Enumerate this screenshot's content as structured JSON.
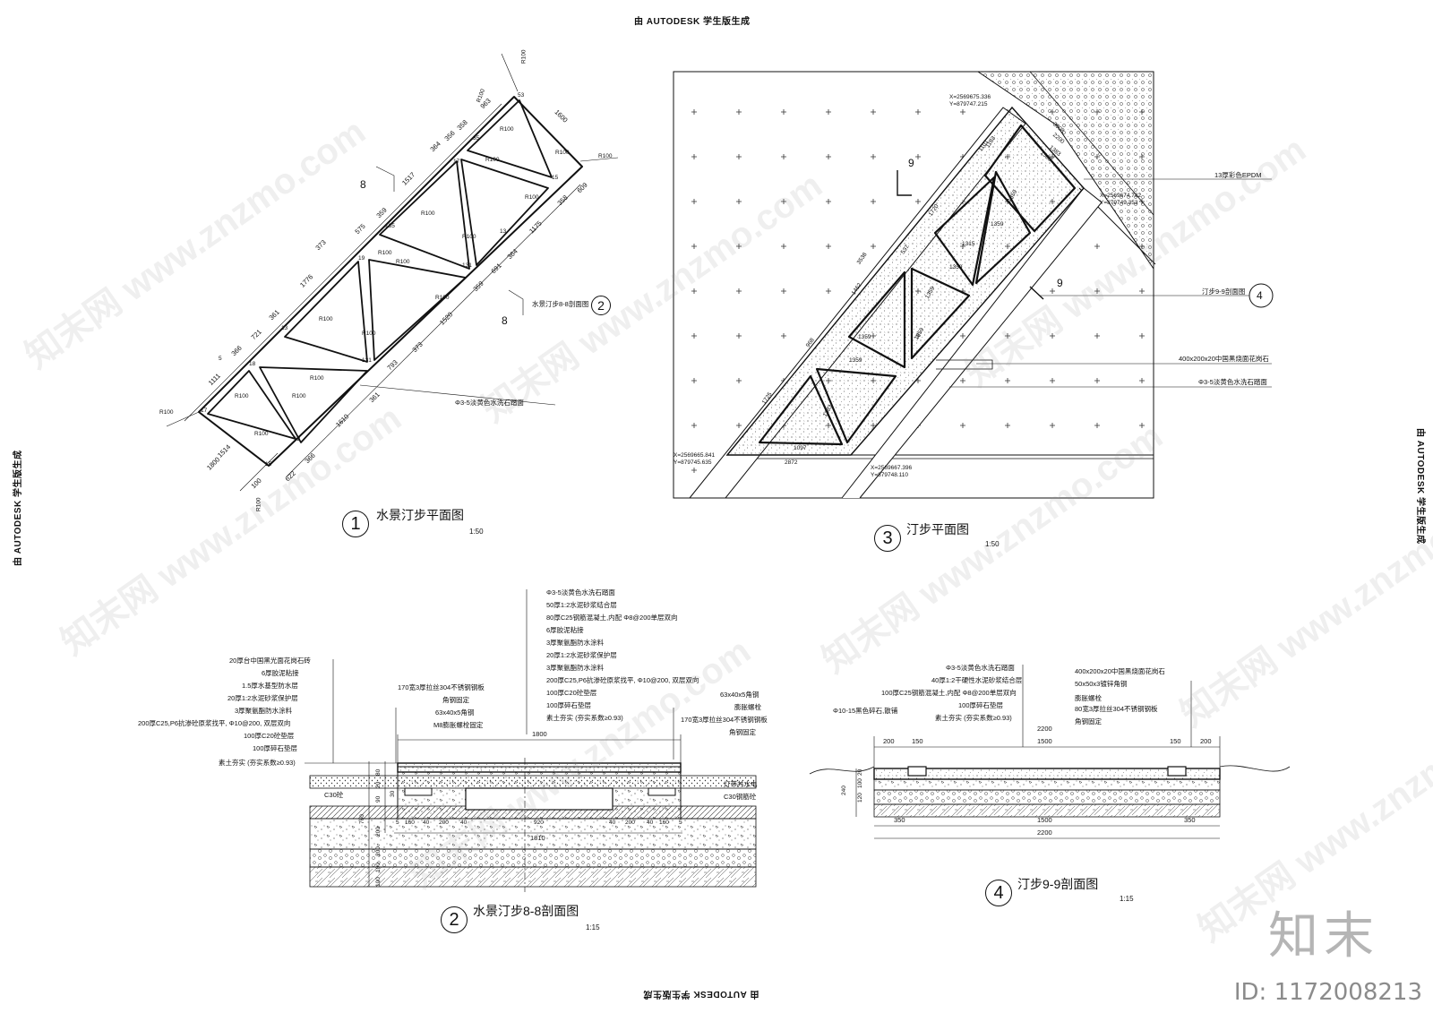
{
  "edge_labels": {
    "top": "由 AUTODESK 学生版生成",
    "bottom": "由 AUTODESK 学生版生成",
    "left": "由 AUTODESK 学生版生成",
    "right": "由 AUTODESK 学生版生成"
  },
  "watermark": {
    "site": "知末网 www.znzmo.com",
    "brand": "知末",
    "id": "ID: 1172008213"
  },
  "drawing1": {
    "number": "1",
    "title": "水景汀步平面图",
    "scale": "1:50",
    "section_mark": "8",
    "section_callout": "水景汀步8-8剖面图",
    "callout_num": "2",
    "leader_note": "Φ3-5淡黄色水洗石踏面",
    "dims": [
      "1800",
      "1514",
      "1111",
      "366",
      "721",
      "361",
      "1776",
      "373",
      "575",
      "359",
      "1517",
      "364",
      "356",
      "358",
      "963",
      "1600",
      "609",
      "358",
      "1175",
      "364",
      "691",
      "359",
      "1520",
      "373",
      "793",
      "361",
      "1610",
      "366",
      "622",
      "100"
    ],
    "radii": [
      "R100",
      "R100",
      "R100",
      "R100",
      "R100",
      "R100",
      "R100",
      "R100",
      "R100",
      "R100",
      "R100",
      "R100",
      "R100",
      "R100",
      "R100",
      "R100",
      "R100",
      "R100",
      "R100",
      "R100"
    ],
    "node_labels": [
      "17",
      "18",
      "19",
      "15",
      "13",
      "12",
      "131",
      "135",
      "131",
      "17",
      "53",
      "15",
      "13",
      "35",
      "5"
    ]
  },
  "drawing3": {
    "number": "3",
    "title": "汀步平面图",
    "scale": "1:50",
    "section_mark": "9",
    "coords": [
      {
        "x": "X=2569675.336",
        "y": "Y=879747.215"
      },
      {
        "x": "X=2569674.782",
        "y": "Y=879749.353"
      },
      {
        "x": "X=2569665.841",
        "y": "Y=879745.635"
      },
      {
        "x": "X=2569667.396",
        "y": "Y=879748.110"
      }
    ],
    "callouts": [
      {
        "text": "13厚彩色EPDM"
      },
      {
        "text": "汀步9-9剖面图",
        "num": "4"
      },
      {
        "text": "400x200x20中国黑烧面花岗石"
      },
      {
        "text": "Φ3-5淡黄色水洗石踏面"
      }
    ],
    "dims": [
      "1097",
      "2872",
      "1725",
      "968",
      "1462",
      "1720",
      "3538",
      "1183",
      "1101",
      "2200",
      "1500",
      "1383",
      "1359",
      "1315",
      "1359",
      "1359",
      "1359",
      "1359",
      "1359",
      "1383",
      "1359",
      "537",
      "3008"
    ]
  },
  "drawing2": {
    "number": "2",
    "title": "水景汀步8-8剖面图",
    "scale": "1:15",
    "layers_left": [
      "20厚台中国黑光面花岗石砖",
      "6厚胶泥粘接",
      "1.5厚水基型防水层",
      "20厚1:2水泥砂浆保护层",
      "3厚聚氨酯防水涂料",
      "200厚C25,P6抗渗砼原浆找平, Φ10@200, 双层双向",
      "100厚C20砼垫层",
      "100厚碎石垫层",
      "素土夯实 (夯实系数≥0.93)"
    ],
    "layers_top": [
      "Φ3-5淡黄色水洗石踏面",
      "50厚1:2水泥砂浆结合层",
      "80厚C25钢筋混凝土,内配 Φ8@200单层双向",
      "6厚胶泥粘接",
      "3厚聚氨酯防水涂料",
      "20厚1:2水泥砂浆保护层",
      "3厚聚氨酯防水涂料",
      "200厚C25,P6抗渗砼原浆找平, Φ10@200, 双层双向",
      "100厚C20砼垫层",
      "100厚碎石垫层",
      "素土夯实 (夯实系数≥0.93)"
    ],
    "notes_left": [
      "170宽3厚拉丝304不锈钢钢板",
      "角钢固定",
      "63x40x5角钢",
      "M8膨胀螺栓固定"
    ],
    "notes_right": [
      "63x40x5角钢",
      "膨胀螺栓",
      "170宽3厚拉丝304不锈钢钢板",
      "角钢固定",
      "灯带并水电",
      "C30钢筋砼"
    ],
    "c30_label": "C30砼",
    "dims_top": "1800",
    "dims_bottom": [
      "5",
      "160",
      "40",
      "200",
      "40",
      "920",
      "40",
      "200",
      "40",
      "160",
      "5"
    ],
    "dim_total": "1810",
    "dims_left": [
      "80",
      "20",
      "90",
      "30",
      "760",
      "200",
      "200",
      "100",
      "100"
    ]
  },
  "drawing4": {
    "number": "4",
    "title": "汀步9-9剖面图",
    "scale": "1:15",
    "layers": [
      "Φ3-5淡黄色水洗石踏面",
      "40厚1:2干硬性水泥砂浆结合层",
      "100厚C25钢筋混凝土,内配 Φ8@200单层双向",
      "100厚碎石垫层",
      "素土夯实 (夯实系数≥0.93)"
    ],
    "pebble": "Φ10-15黑色碎石,散铺",
    "right_notes": [
      "400x200x20中国黑烧面花岗石",
      "50x50x3镀锌角钢",
      "膨胀螺栓",
      "80宽3厚拉丝304不锈钢钢板",
      "角钢固定"
    ],
    "dims_top": [
      "2200",
      "200",
      "150",
      "1500",
      "150",
      "200"
    ],
    "dims_bottom": [
      "350",
      "1500",
      "350"
    ],
    "dim_total": "2200",
    "dims_left": [
      "240",
      "100",
      "120",
      "20"
    ]
  }
}
